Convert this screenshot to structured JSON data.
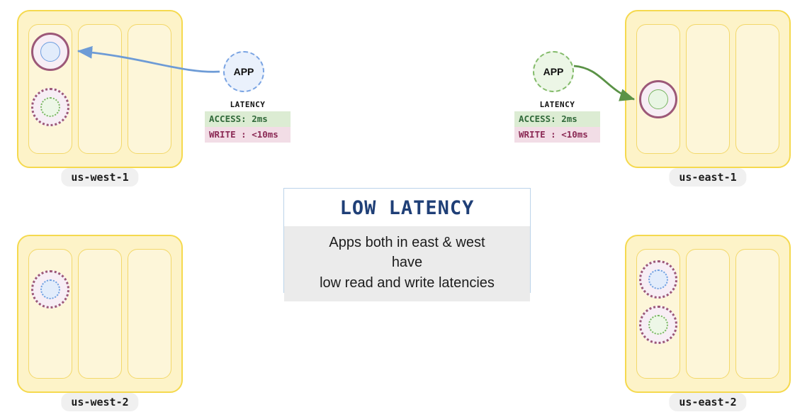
{
  "diagram": {
    "title_card": {
      "heading": "LOW  LATENCY",
      "line1": "Apps both in east & west",
      "line2": "have",
      "line3": "low read and write latencies"
    },
    "colors": {
      "region_fill": "#fdf3c8",
      "region_border": "#f5d94e",
      "az_fill": "#fdf6d9",
      "az_border": "#f3d86a",
      "ring": "#9c5878",
      "ring_fill": "#f7eef5",
      "blue_core": "#e2ecfb",
      "blue_stroke": "#6f9fe0",
      "green_core": "#e9f6e4",
      "green_stroke": "#79b563",
      "arrow_blue": "#6d9bd6",
      "arrow_green": "#5a9246",
      "card_border": "#bcd4ea",
      "card_heading": "#1f3f77",
      "card_body_bg": "#ebebeb",
      "access_bg": "#dcecd3",
      "access_fg": "#31693a",
      "write_bg": "#f2dde6",
      "write_fg": "#8b2a55"
    },
    "regions": [
      {
        "id": "us-west-1",
        "label": "us-west-1"
      },
      {
        "id": "us-east-1",
        "label": "us-east-1"
      },
      {
        "id": "us-west-2",
        "label": "us-west-2"
      },
      {
        "id": "us-east-2",
        "label": "us-east-2"
      }
    ],
    "apps": [
      {
        "id": "app-west",
        "label": "APP",
        "theme": "blue"
      },
      {
        "id": "app-east",
        "label": "APP",
        "theme": "green"
      }
    ],
    "latency_panels": [
      {
        "id": "latency-west",
        "title": "LATENCY",
        "access": "ACCESS: 2ms",
        "write": "WRITE : <10ms"
      },
      {
        "id": "latency-east",
        "title": "LATENCY",
        "access": "ACCESS: 2ms",
        "write": "WRITE : <10ms"
      }
    ],
    "arrows": [
      {
        "id": "arrow-app-west-to-replica",
        "color": "#6d9bd6",
        "direction": "app-to-region"
      },
      {
        "id": "arrow-app-east-to-replica",
        "color": "#5a9246",
        "direction": "app-to-region"
      }
    ]
  }
}
